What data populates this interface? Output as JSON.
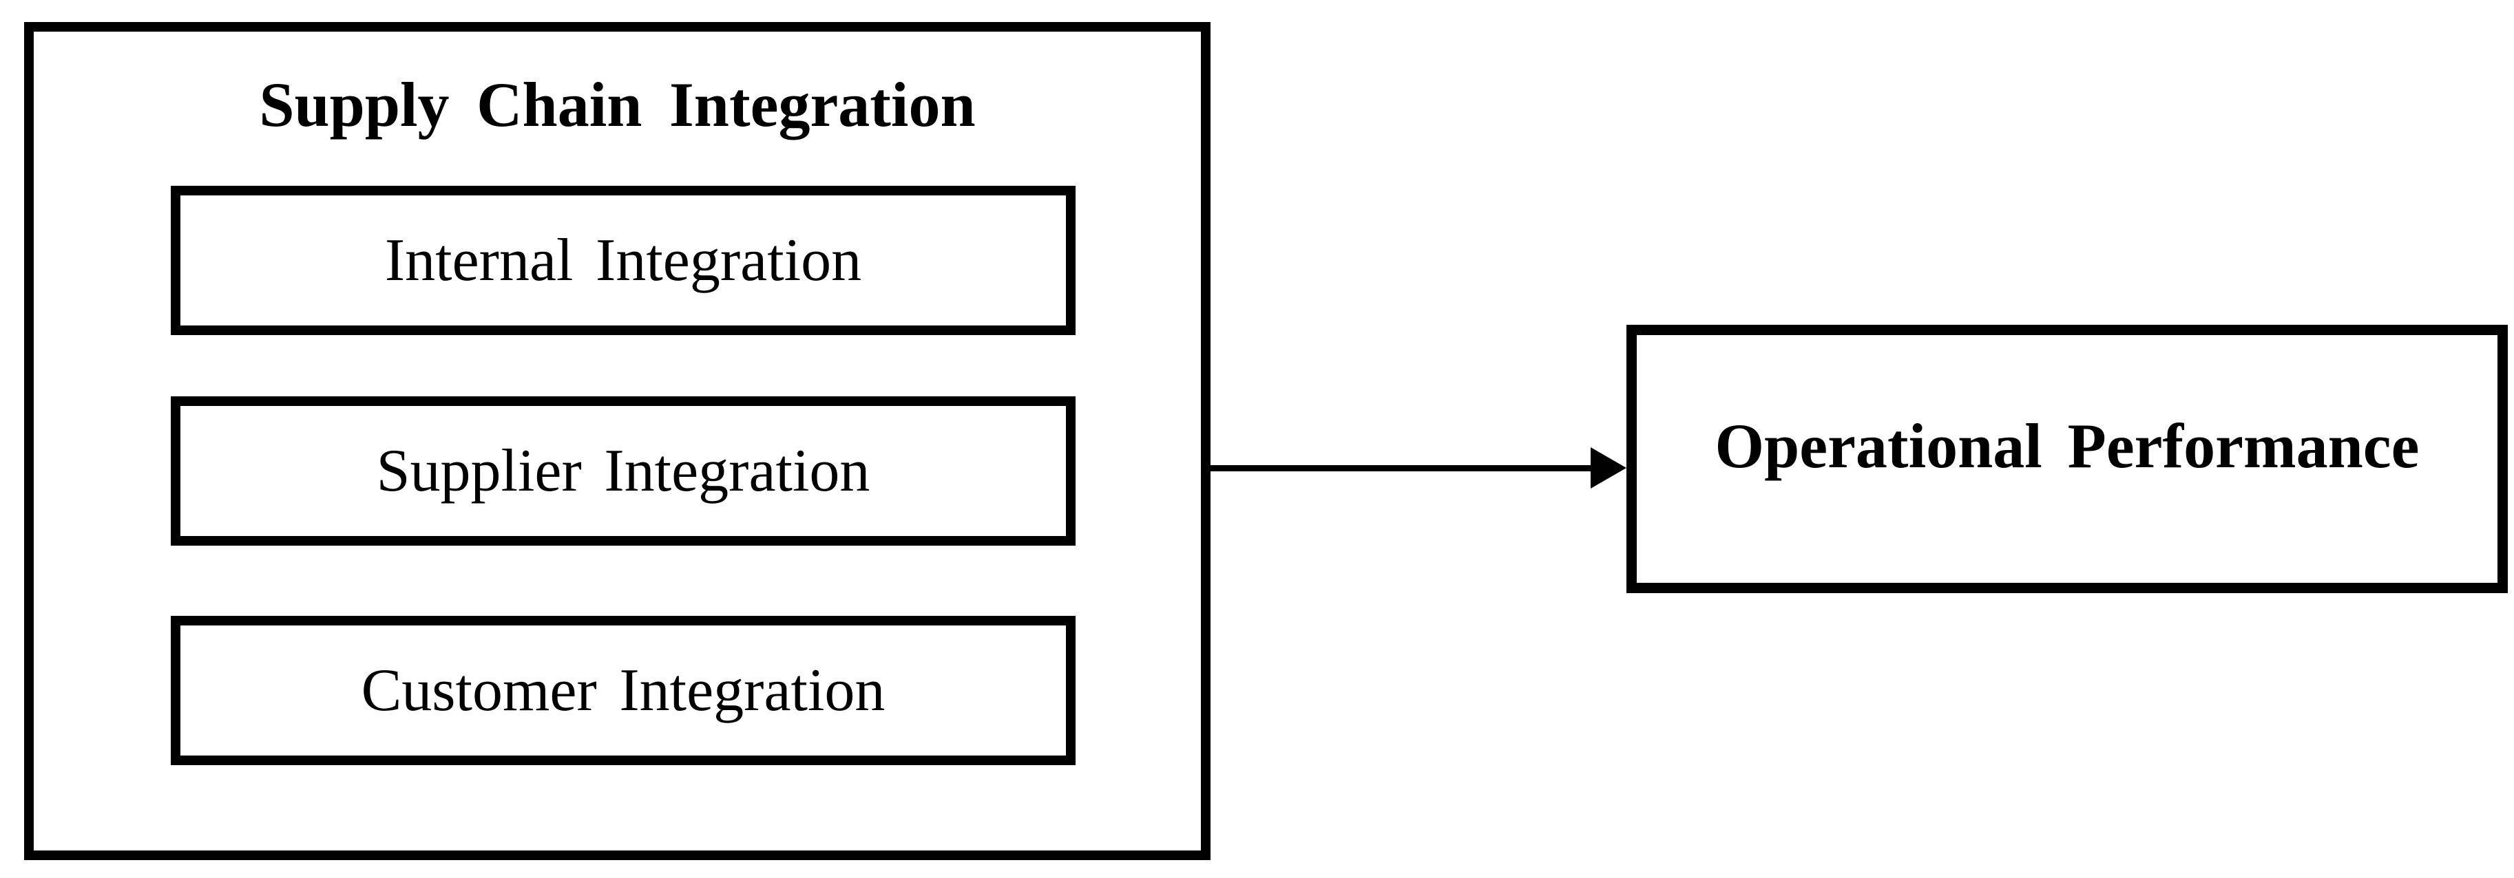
{
  "page": {
    "background_color": "#ffffff",
    "line_color": "#000000",
    "text_color": "#000000"
  },
  "diagram": {
    "supply_chain": {
      "title": "Supply Chain Integration",
      "sub_boxes": [
        {
          "label": "Internal Integration"
        },
        {
          "label": "Supplier Integration"
        },
        {
          "label": "Customer Integration"
        }
      ]
    },
    "arrow": {
      "from": "Supply Chain Integration",
      "to": "Operational Performance",
      "direction": "right"
    },
    "outcome": {
      "label": "Operational Performance"
    }
  }
}
